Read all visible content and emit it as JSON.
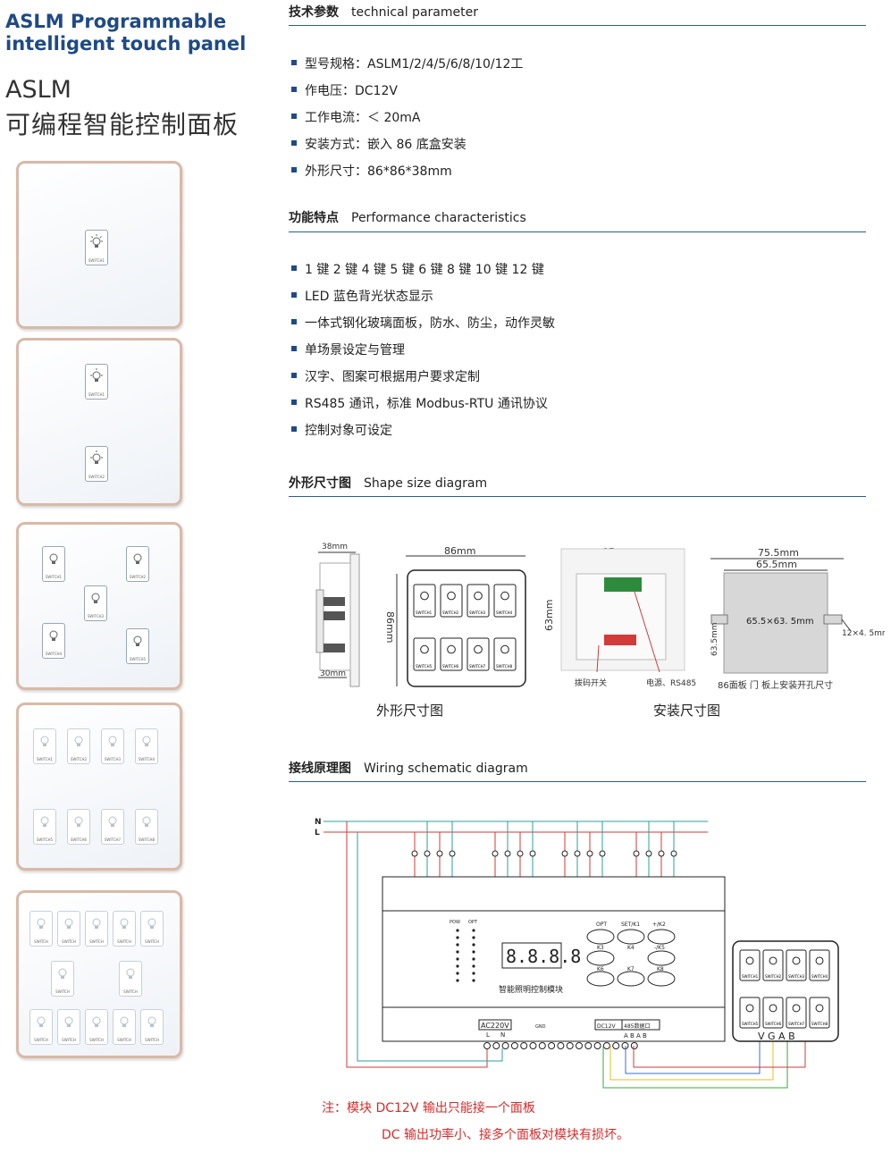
{
  "header": {
    "title_en": "ASLM Programmable intelligent touch panel",
    "model": "ASLM",
    "title_cn": "可编程智能控制面板"
  },
  "panels": {
    "key_label": "SWITCH",
    "key_labels_8": [
      "SWITCH1",
      "SWITCH2",
      "SWITCH3",
      "SWITCH4",
      "SWITCH5",
      "SWITCH6",
      "SWITCH7",
      "SWITCH8"
    ]
  },
  "tech": {
    "title_cn": "技术参数",
    "title_en": "technical parameter",
    "items": [
      "型号规格：ASLM1/2/4/5/6/8/10/12工",
      "作电压：DC12V",
      "工作电流：＜ 20mA",
      "安装方式：嵌入 86 底盒安装",
      "外形尺寸：86*86*38mm"
    ]
  },
  "features": {
    "title_cn": "功能特点",
    "title_en": "Performance  characteristics",
    "items": [
      "1 键  2 键  4 键  5 键  6 键  8 键  10 键  12 键",
      "LED 蓝色背光状态显示",
      "一体式钢化玻璃面板，防水、防尘，动作灵敏",
      "单场景设定与管理",
      "汉字、图案可根据用户要求定制",
      "RS485 通讯，标准 Modbus-RTU 通讯协议",
      "控制对象可设定"
    ]
  },
  "shape": {
    "title_cn": "外形尺寸图",
    "title_en": "Shape size diagram",
    "dim_38": "38mm",
    "dim_30": "30mm",
    "dim_86w": "86mm",
    "dim_86h": "86mm",
    "dim_65": "65mm",
    "dim_63": "63mm",
    "label_dip": "拨码开关",
    "label_power": "电源、RS485",
    "dim_755": "75.5mm",
    "dim_655": "65.5mm",
    "dim_cut": "65.5×63. 5mm",
    "dim_635": "63.5mm",
    "dim_12": "12×4. 5mm",
    "cutout_note": "86面板 门 板上安装开孔尺寸",
    "caption_outline": "外形尺寸图",
    "caption_install": "安装尺寸图"
  },
  "wiring": {
    "title_cn": "接线原理图",
    "title_en": "Wiring schematic diagram",
    "n": "N",
    "l": "L",
    "module_name": "智能照明控制模块",
    "display": "8.8.8.8",
    "btn_opt": "OPT",
    "btn_set": "SET/K1",
    "btn_k2": "+/K2",
    "btn_k3": "K3",
    "btn_k4": "K4",
    "btn_k5": "-/K5",
    "btn_k6": "K6",
    "btn_k7": "K7",
    "btn_k8": "K8",
    "pow": "POW",
    "opt": "OPT",
    "ac220": "AC220V",
    "term_l": "L",
    "term_n": "N",
    "gnd": "GND",
    "dc12": "DC12V",
    "rs485": "485数据口",
    "terms_ab": "A B A B",
    "vgab": "V G A B",
    "colors": {
      "n_line": "#2aa198",
      "l_line": "#d33a3a",
      "red": "#d33a3a",
      "yellow": "#e0c020",
      "green": "#3aa83a",
      "blue": "#3a6fd3"
    }
  },
  "note": {
    "line1": "注：模块 DC12V 输出只能接一个面板",
    "line2": "DC 输出功率小、接多个面板对模块有损坏。"
  }
}
